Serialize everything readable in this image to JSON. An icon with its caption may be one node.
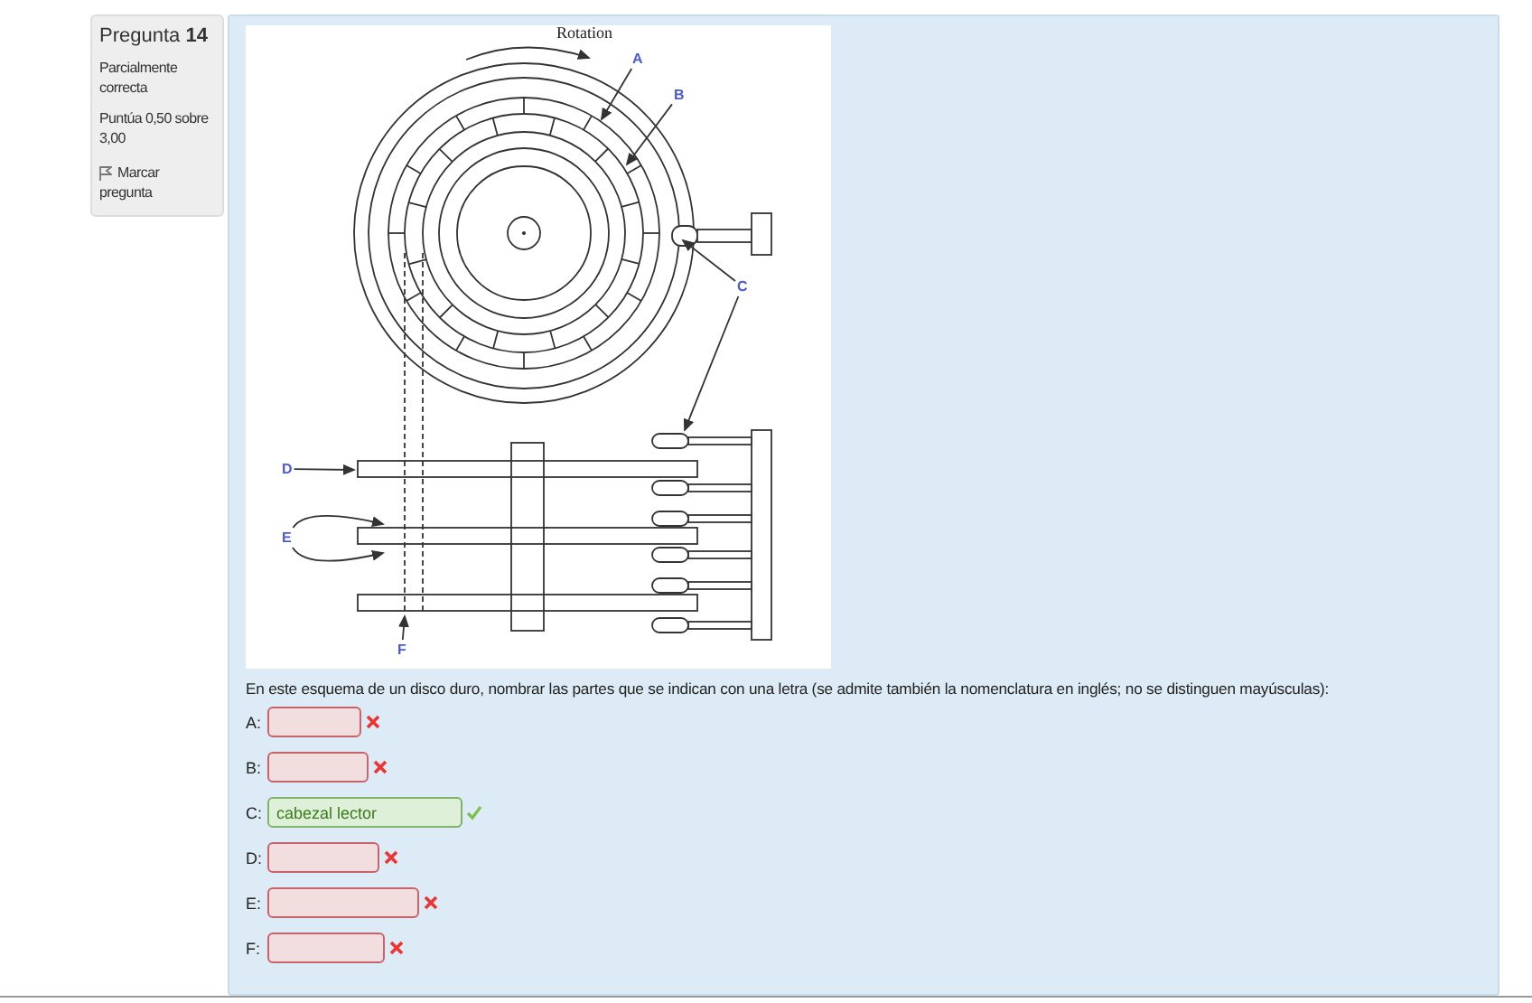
{
  "diagram": {
    "nodes": [
      {
        "text": [
          "A"
        ]
      },
      {
        "text": [
          "B"
        ]
      },
      {
        "text": [
          "C"
        ]
      },
      {
        "text": [
          "D"
        ]
      },
      {
        "text": [
          "E"
        ]
      },
      {
        "text": [
          "F"
        ]
      }
    ],
    "edges": [
      {
        "from": 0,
        "to": null,
        "arrow": "to"
      },
      {
        "from": 1,
        "to": null,
        "arrow": "to"
      },
      {
        "from": 2,
        "to": null,
        "arrow": "to"
      },
      {
        "from": 2,
        "to": null,
        "arrow": "to"
      },
      {
        "from": 3,
        "to": null,
        "arrow": "to"
      },
      {
        "from": 4,
        "to": null,
        "arrow": "to"
      },
      {
        "from": 4,
        "to": null,
        "arrow": "to"
      },
      {
        "from": 5,
        "to": null,
        "arrow": "to"
      }
    ],
    "labels": [
      "Pregunta **14**",
      "Parcialmente correcta",
      "Puntúa 0,50 sobre 3,00",
      "Marcar pregunta",
      "Rotation",
      "En este esquema de un disco duro, nombrar las partes que se indican con una letra (se admite también la nomenclatura en inglés; no se distinguen mayúsculas):",
      "A:",
      "B:",
      "C:",
      "cabezal lector",
      "D:",
      "E:",
      "F:"
    ]
  }
}
